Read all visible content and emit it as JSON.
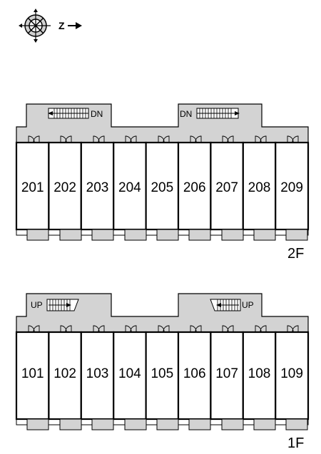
{
  "compass": {
    "label": "Z",
    "icon": "compass-rose-icon"
  },
  "floors": [
    {
      "floor_label": "2F",
      "stairs": [
        {
          "label": "DN",
          "direction": "down",
          "position": "left"
        },
        {
          "label": "DN",
          "direction": "down",
          "position": "right"
        }
      ],
      "units": [
        "201",
        "202",
        "203",
        "204",
        "205",
        "206",
        "207",
        "208",
        "209"
      ]
    },
    {
      "floor_label": "1F",
      "stairs": [
        {
          "label": "UP",
          "direction": "up",
          "position": "left"
        },
        {
          "label": "UP",
          "direction": "up",
          "position": "right"
        }
      ],
      "units": [
        "101",
        "102",
        "103",
        "104",
        "105",
        "106",
        "107",
        "108",
        "109"
      ]
    }
  ],
  "colors": {
    "corridor": "#d3d3d3",
    "lines": "#000000",
    "units": "#ffffff"
  }
}
